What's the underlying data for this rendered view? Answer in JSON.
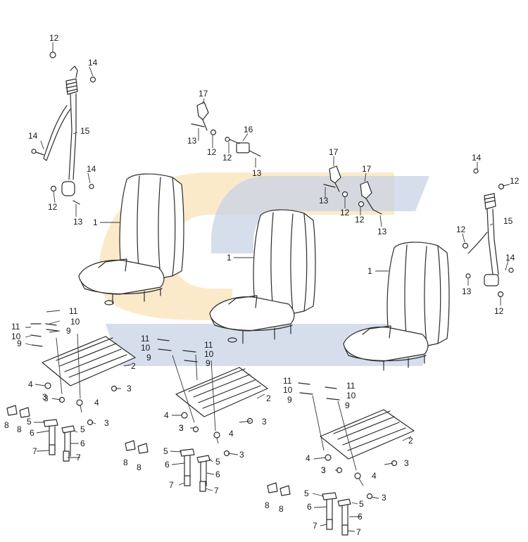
{
  "colors": {
    "watermark_orange": "#f9e3b8",
    "watermark_blue": "#c8d3e6",
    "line": "#2b2b2b"
  },
  "callouts": [
    {
      "id": "c1",
      "text": "12"
    },
    {
      "id": "c2",
      "text": "14"
    },
    {
      "id": "c3",
      "text": "15"
    },
    {
      "id": "c4",
      "text": "14"
    },
    {
      "id": "c5",
      "text": "14"
    },
    {
      "id": "c6",
      "text": "12"
    },
    {
      "id": "c7",
      "text": "13"
    },
    {
      "id": "c8",
      "text": "1"
    },
    {
      "id": "c9",
      "text": "17"
    },
    {
      "id": "c10",
      "text": "13"
    },
    {
      "id": "c11",
      "text": "12"
    },
    {
      "id": "c12",
      "text": "16"
    },
    {
      "id": "c13",
      "text": "12"
    },
    {
      "id": "c14",
      "text": "13"
    },
    {
      "id": "c15",
      "text": "1"
    },
    {
      "id": "c16",
      "text": "17"
    },
    {
      "id": "c17",
      "text": "17"
    },
    {
      "id": "c18",
      "text": "13"
    },
    {
      "id": "c19",
      "text": "12"
    },
    {
      "id": "c20",
      "text": "12"
    },
    {
      "id": "c21",
      "text": "13"
    },
    {
      "id": "c22",
      "text": "14"
    },
    {
      "id": "c23",
      "text": "12"
    },
    {
      "id": "c24",
      "text": "15"
    },
    {
      "id": "c25",
      "text": "12"
    },
    {
      "id": "c26",
      "text": "14"
    },
    {
      "id": "c27",
      "text": "13"
    },
    {
      "id": "c28",
      "text": "12"
    },
    {
      "id": "c29",
      "text": "1"
    },
    {
      "id": "c30",
      "text": "11"
    },
    {
      "id": "c31",
      "text": "10"
    },
    {
      "id": "c32",
      "text": "9"
    },
    {
      "id": "c33",
      "text": "11"
    },
    {
      "id": "c34",
      "text": "10"
    },
    {
      "id": "c35",
      "text": "9"
    },
    {
      "id": "c36",
      "text": "2"
    },
    {
      "id": "c37",
      "text": "4"
    },
    {
      "id": "c38",
      "text": "3"
    },
    {
      "id": "c39",
      "text": "3"
    },
    {
      "id": "c40",
      "text": "4"
    },
    {
      "id": "c41",
      "text": "3"
    },
    {
      "id": "c42",
      "text": "8"
    },
    {
      "id": "c43",
      "text": "8"
    },
    {
      "id": "c44",
      "text": "5"
    },
    {
      "id": "c45",
      "text": "5"
    },
    {
      "id": "c46",
      "text": "6"
    },
    {
      "id": "c47",
      "text": "6"
    },
    {
      "id": "c48",
      "text": "7"
    },
    {
      "id": "c49",
      "text": "7"
    },
    {
      "id": "c50",
      "text": "3"
    },
    {
      "id": "c51",
      "text": "11"
    },
    {
      "id": "c52",
      "text": "10"
    },
    {
      "id": "c53",
      "text": "9"
    },
    {
      "id": "c54",
      "text": "11"
    },
    {
      "id": "c55",
      "text": "10"
    },
    {
      "id": "c56",
      "text": "9"
    },
    {
      "id": "c57",
      "text": "2"
    },
    {
      "id": "c58",
      "text": "4"
    },
    {
      "id": "c59",
      "text": "3"
    },
    {
      "id": "c60",
      "text": "4"
    },
    {
      "id": "c61",
      "text": "3"
    },
    {
      "id": "c62",
      "text": "3"
    },
    {
      "id": "c63",
      "text": "8"
    },
    {
      "id": "c64",
      "text": "8"
    },
    {
      "id": "c65",
      "text": "5"
    },
    {
      "id": "c66",
      "text": "5"
    },
    {
      "id": "c67",
      "text": "6"
    },
    {
      "id": "c68",
      "text": "6"
    },
    {
      "id": "c69",
      "text": "7"
    },
    {
      "id": "c70",
      "text": "7"
    },
    {
      "id": "c71",
      "text": "3"
    },
    {
      "id": "c72",
      "text": "11"
    },
    {
      "id": "c73",
      "text": "10"
    },
    {
      "id": "c74",
      "text": "9"
    },
    {
      "id": "c75",
      "text": "11"
    },
    {
      "id": "c76",
      "text": "10"
    },
    {
      "id": "c77",
      "text": "9"
    },
    {
      "id": "c78",
      "text": "2"
    },
    {
      "id": "c79",
      "text": "4"
    },
    {
      "id": "c80",
      "text": "3"
    },
    {
      "id": "c81",
      "text": "4"
    },
    {
      "id": "c82",
      "text": "3"
    },
    {
      "id": "c83",
      "text": "3"
    },
    {
      "id": "c84",
      "text": "8"
    },
    {
      "id": "c85",
      "text": "8"
    },
    {
      "id": "c86",
      "text": "5"
    },
    {
      "id": "c87",
      "text": "5"
    },
    {
      "id": "c88",
      "text": "6"
    },
    {
      "id": "c89",
      "text": "6"
    },
    {
      "id": "c90",
      "text": "7"
    },
    {
      "id": "c91",
      "text": "7"
    },
    {
      "id": "c92",
      "text": "3"
    }
  ]
}
